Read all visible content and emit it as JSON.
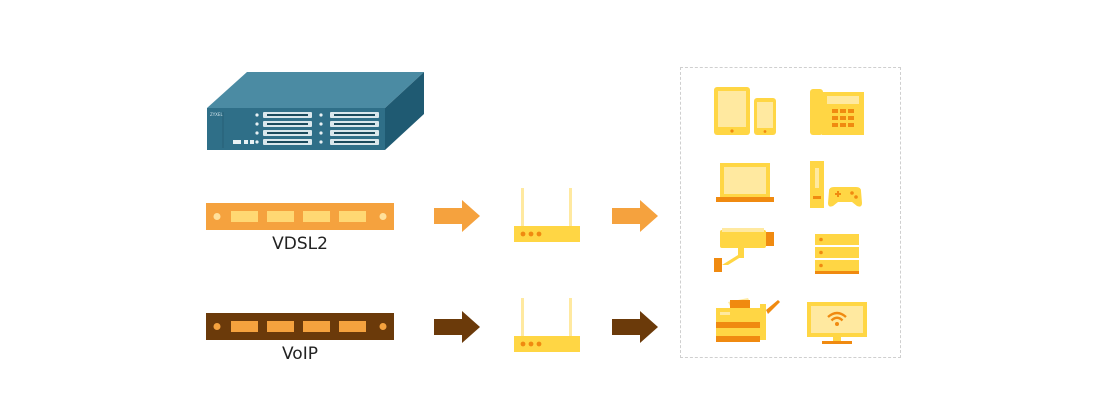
{
  "colors": {
    "vdsl_orange": "#F5A23E",
    "voip_brown": "#6B3A0A",
    "device_yellow": "#FFD644",
    "device_light": "#FFE9A0",
    "device_orange": "#F08A10",
    "dslam_blue": "#3E7F97"
  },
  "labels": {
    "vdsl2": "VDSL2",
    "voip": "VoIP"
  },
  "dslam": {
    "brand": "ZYXEL"
  },
  "icons": [
    "dslam-chassis-icon",
    "vdsl2-line-card-icon",
    "voip-line-card-icon",
    "arrow-right-icon",
    "router-icon",
    "tablet-phone-icon",
    "desk-phone-icon",
    "laptop-icon",
    "game-console-icon",
    "security-camera-icon",
    "server-icon",
    "printer-icon",
    "smart-tv-icon"
  ]
}
